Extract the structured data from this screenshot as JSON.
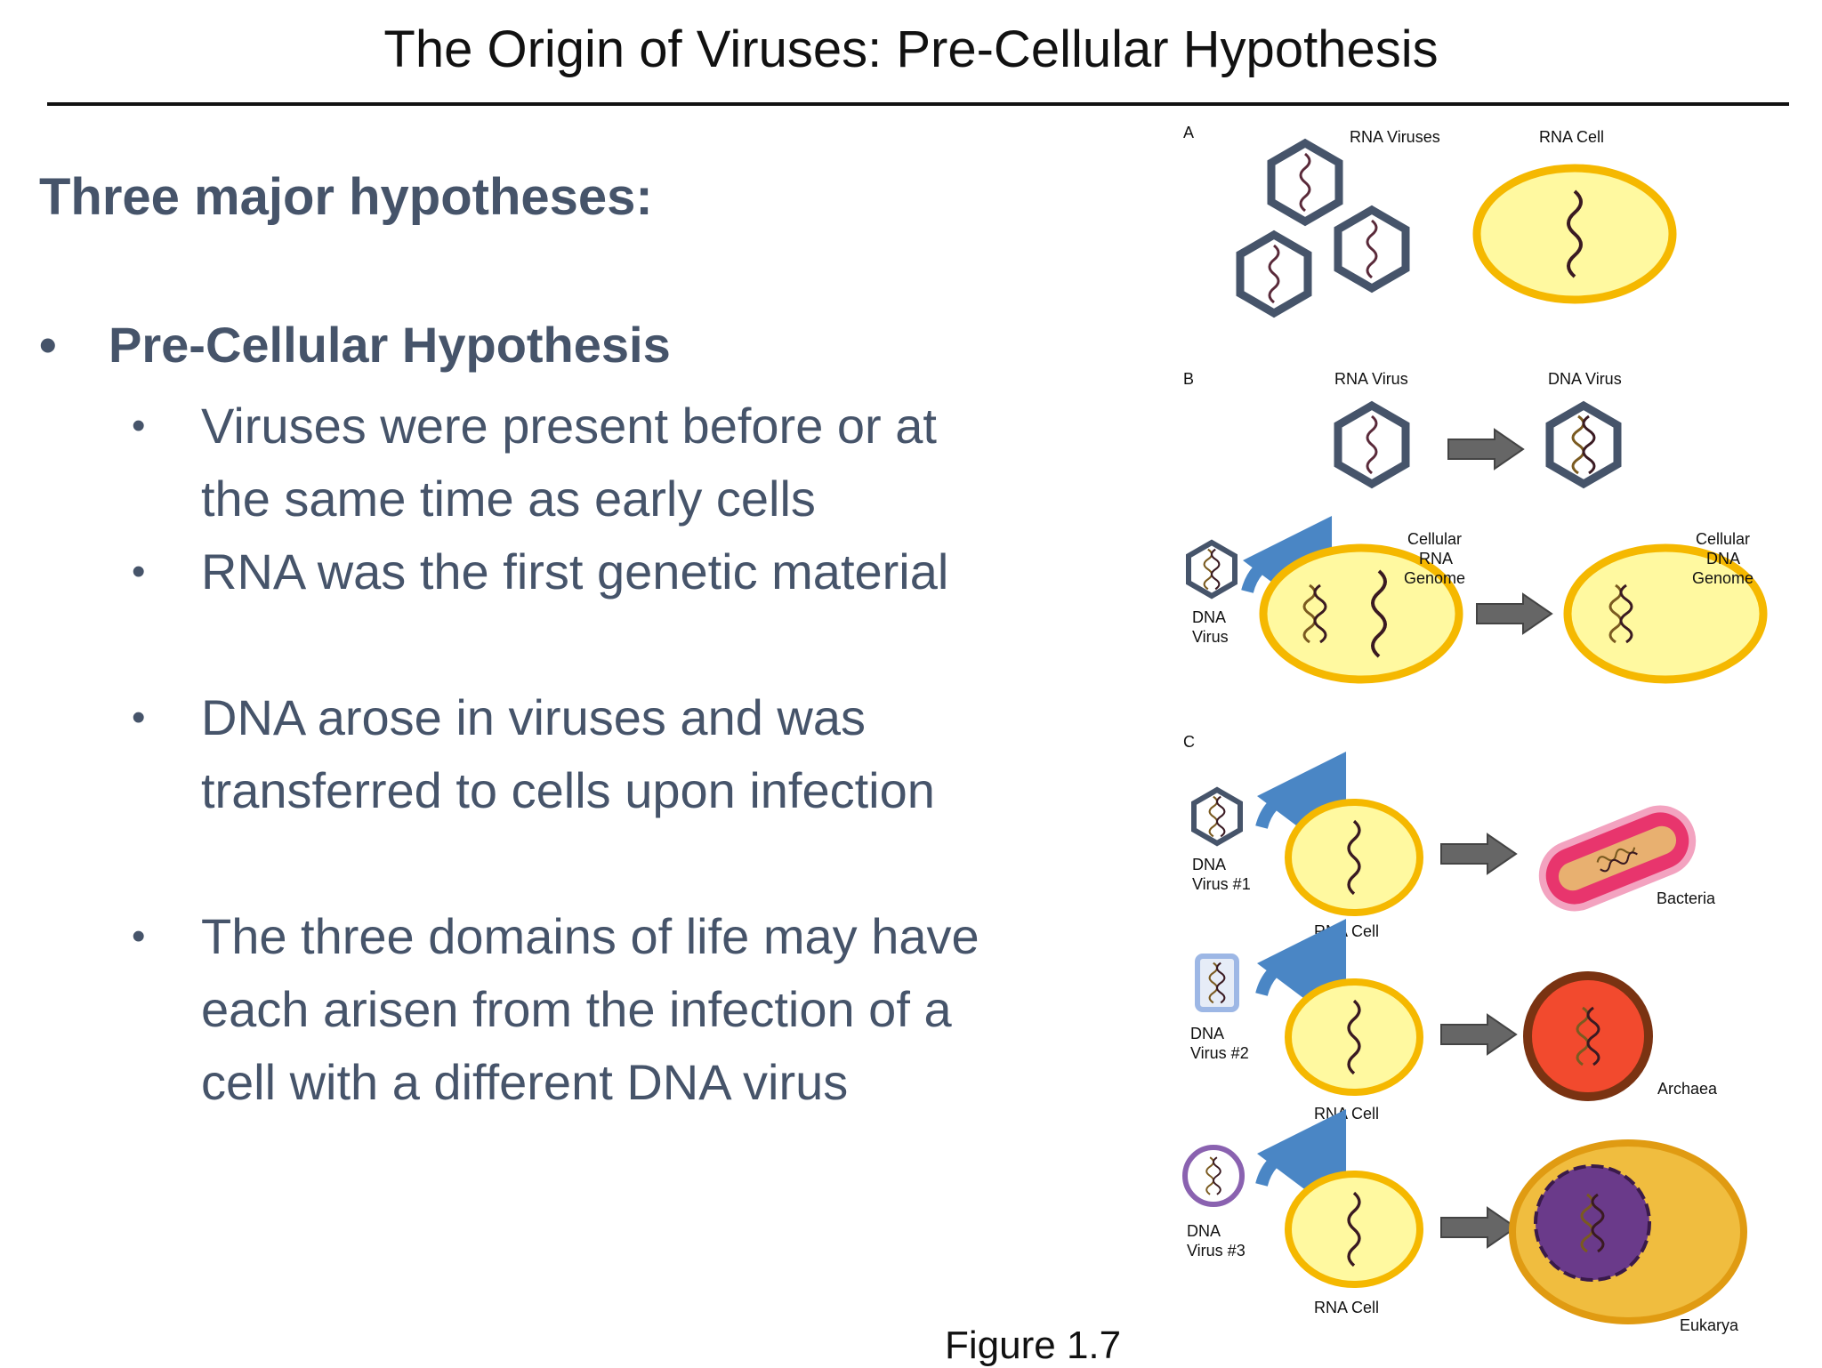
{
  "title": "The Origin of Viruses: Pre-Cellular Hypothesis",
  "heading": "Three major hypotheses:",
  "bullet": "Pre-Cellular Hypothesis",
  "sub_bullets": [
    {
      "line1": "Viruses were present before or at",
      "line2": "the same time as early cells",
      "line3": ""
    },
    {
      "line1": "RNA was the first genetic material",
      "line2": "",
      "line3": ""
    },
    {
      "line1": "DNA arose in viruses and was",
      "line2": "transferred to cells upon infection",
      "line3": ""
    },
    {
      "line1": "The three domains of life may have",
      "line2": "each arisen from the infection of a",
      "line3": "cell with a different DNA virus"
    }
  ],
  "bullet_char": "•",
  "figure": {
    "panel_a": {
      "letter": "A",
      "rna_viruses": "RNA Viruses",
      "rna_cell": "RNA Cell"
    },
    "panel_b": {
      "letter": "B",
      "rna_virus": "RNA Virus",
      "dna_virus": "DNA Virus",
      "dna_virus_small_1": "DNA",
      "dna_virus_small_2": "Virus",
      "cellular_rna_1": "Cellular",
      "cellular_rna_2": "RNA",
      "cellular_rna_3": "Genome",
      "cellular_dna_1": "Cellular",
      "cellular_dna_2": "DNA",
      "cellular_dna_3": "Genome"
    },
    "panel_c": {
      "letter": "C",
      "v1a": "DNA",
      "v1b": "Virus #1",
      "v2a": "DNA",
      "v2b": "Virus #2",
      "v3a": "DNA",
      "v3b": "Virus #3",
      "rna_cell": "RNA Cell",
      "bacteria": "Bacteria",
      "archaea": "Archaea",
      "eukarya": "Eukarya"
    },
    "caption": "Figure 1.7"
  },
  "colors": {
    "text": "#46546a",
    "virus": "#46546a",
    "cell_fill": "#fff9a0",
    "cell_edge": "#f5b800",
    "arrow": "#666666",
    "infect_arrow": "#4a86c5"
  }
}
